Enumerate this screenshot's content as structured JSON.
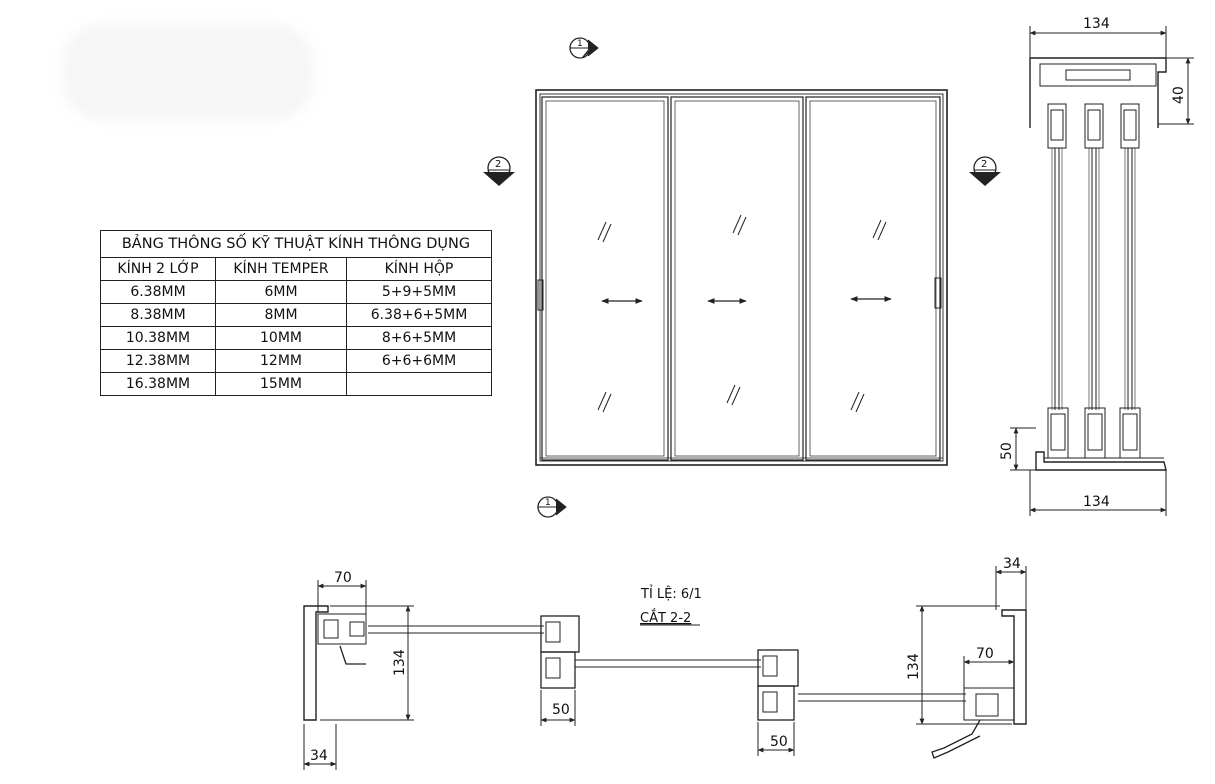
{
  "spec_table": {
    "title": "BẢNG THÔNG SỐ KỸ THUẬT KÍNH  THÔNG DỤNG",
    "headers": [
      "KÍNH 2 LỚP",
      "KÍNH TEMPER",
      "KÍNH HỘP"
    ],
    "rows": [
      [
        "6.38MM",
        "6MM",
        "5+9+5MM"
      ],
      [
        "8.38MM",
        "8MM",
        "6.38+6+5MM"
      ],
      [
        "10.38MM",
        "10MM",
        "8+6+5MM"
      ],
      [
        "12.38MM",
        "12MM",
        "6+6+6MM"
      ],
      [
        "16.38MM",
        "15MM",
        ""
      ]
    ]
  },
  "section_markers": {
    "top": "1",
    "bottom": "1",
    "left": "2",
    "right": "2"
  },
  "dimensions": {
    "vertical_top_width": "134",
    "vertical_top_height": "40",
    "vertical_bottom_height": "50",
    "vertical_bottom_width": "134",
    "horizontal_left_top": "70",
    "horizontal_left_height": "134",
    "horizontal_left_bottom": "34",
    "horizontal_mid1": "50",
    "horizontal_mid2": "50",
    "horizontal_right_height": "134",
    "horizontal_right_inner": "70",
    "horizontal_right_top": "34"
  },
  "notes": {
    "scale": "TỈ LỆ: 6/1",
    "section": "CẮT 2-2"
  },
  "colors": {
    "line": "#222222"
  }
}
